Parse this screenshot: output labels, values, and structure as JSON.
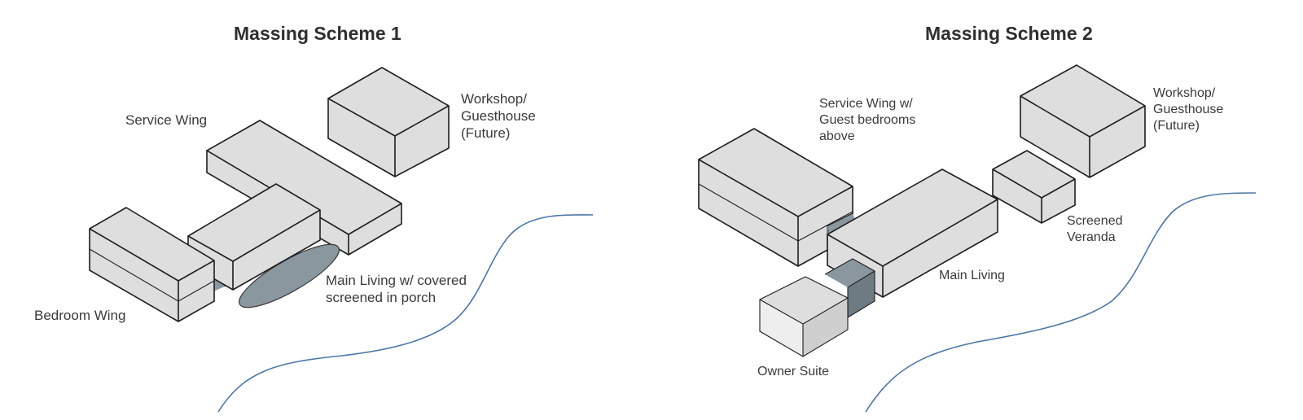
{
  "colors": {
    "mass_fill": "#dedede",
    "mass_light_fill": "#eeeeee",
    "mass_mid_fill": "#cfcfcf",
    "connector_fill": "#8a979f",
    "connector_dark_fill": "#6f7b83",
    "porch_fill": "#8a979f",
    "river_stroke": "#4a76a8",
    "edge_stroke": "#1e1e1e"
  },
  "schemes": [
    {
      "title": "Massing Scheme 1",
      "labels": {
        "service_wing": "Service Wing",
        "workshop": "Workshop/\nGuesthouse\n(Future)",
        "main_living": "Main Living w/ covered\nscreened in porch",
        "bedroom_wing": "Bedroom Wing"
      }
    },
    {
      "title": "Massing Scheme 2",
      "labels": {
        "service_wing": "Service Wing w/\nGuest bedrooms\nabove",
        "workshop": "Workshop/\nGuesthouse\n(Future)",
        "screened_veranda": "Screened\nVeranda",
        "main_living": "Main Living",
        "owner_suite": "Owner Suite"
      }
    }
  ]
}
